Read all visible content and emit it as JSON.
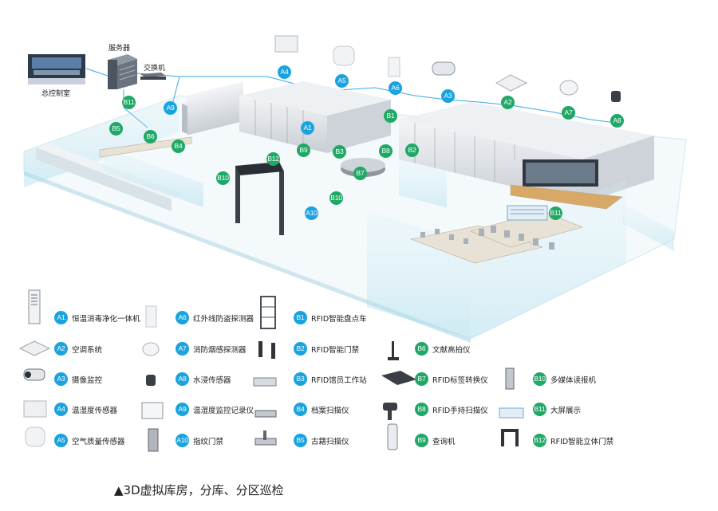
{
  "top_labels": {
    "control_room": "总控制室",
    "server": "服务器",
    "switch": "交换机"
  },
  "scene_badges": [
    {
      "code": "A4",
      "color": "blue"
    },
    {
      "code": "A5",
      "color": "blue"
    },
    {
      "code": "A6",
      "color": "blue"
    },
    {
      "code": "A3",
      "color": "blue"
    },
    {
      "code": "A2",
      "color": "green"
    },
    {
      "code": "A7",
      "color": "green"
    },
    {
      "code": "A8",
      "color": "green"
    },
    {
      "code": "B11",
      "color": "green"
    },
    {
      "code": "A9",
      "color": "blue"
    },
    {
      "code": "B5",
      "color": "green"
    },
    {
      "code": "B6",
      "color": "green"
    },
    {
      "code": "B4",
      "color": "green"
    },
    {
      "code": "A1",
      "color": "blue"
    },
    {
      "code": "B1",
      "color": "green"
    },
    {
      "code": "B9",
      "color": "green"
    },
    {
      "code": "B3",
      "color": "green"
    },
    {
      "code": "B8",
      "color": "green"
    },
    {
      "code": "B2",
      "color": "green"
    },
    {
      "code": "B12",
      "color": "green"
    },
    {
      "code": "B7",
      "color": "green"
    },
    {
      "code": "B10",
      "color": "green"
    },
    {
      "code": "B10",
      "color": "green"
    },
    {
      "code": "A10",
      "color": "blue"
    },
    {
      "code": "B11",
      "color": "green"
    }
  ],
  "legend": [
    {
      "code": "A1",
      "label": "恒温消毒净化一体机",
      "color": "blue",
      "icon": "purifier-icon"
    },
    {
      "code": "A2",
      "label": "空调系统",
      "color": "blue",
      "icon": "ceiling-ac-icon"
    },
    {
      "code": "A3",
      "label": "摄像监控",
      "color": "blue",
      "icon": "camera-icon"
    },
    {
      "code": "A4",
      "label": "温湿度传感器",
      "color": "blue",
      "icon": "th-sensor-icon"
    },
    {
      "code": "A5",
      "label": "空气质量传感器",
      "color": "blue",
      "icon": "air-sensor-icon"
    },
    {
      "code": "A6",
      "label": "红外线防盗探测器",
      "color": "blue",
      "icon": "infrared-detector-icon"
    },
    {
      "code": "A7",
      "label": "消防烟感探测器",
      "color": "blue",
      "icon": "smoke-detector-icon"
    },
    {
      "code": "A8",
      "label": "水浸传感器",
      "color": "blue",
      "icon": "water-sensor-icon"
    },
    {
      "code": "A9",
      "label": "温湿度监控记录仪",
      "color": "blue",
      "icon": "th-recorder-icon"
    },
    {
      "code": "A10",
      "label": "指纹门禁",
      "color": "blue",
      "icon": "fingerprint-icon"
    },
    {
      "code": "B1",
      "label": "RFID智能盘点车",
      "color": "blue",
      "icon": "inventory-cart-icon"
    },
    {
      "code": "B2",
      "label": "RFID智能门禁",
      "color": "blue",
      "icon": "rfid-gate-icon"
    },
    {
      "code": "B3",
      "label": "RFID馆员工作站",
      "color": "blue",
      "icon": "workstation-icon"
    },
    {
      "code": "B4",
      "label": "档案扫描仪",
      "color": "blue",
      "icon": "doc-scanner-icon"
    },
    {
      "code": "B5",
      "label": "古籍扫描仪",
      "color": "blue",
      "icon": "book-scanner-icon"
    },
    {
      "code": "B6",
      "label": "文献高拍仪",
      "color": "green",
      "icon": "document-camera-icon"
    },
    {
      "code": "B7",
      "label": "RFID标签转换仪",
      "color": "green",
      "icon": "tag-converter-icon"
    },
    {
      "code": "B8",
      "label": "RFID手持扫描仪",
      "color": "green",
      "icon": "handheld-scanner-icon"
    },
    {
      "code": "B9",
      "label": "查询机",
      "color": "green",
      "icon": "kiosk-icon"
    },
    {
      "code": "B10",
      "label": "多媒体读报机",
      "color": "green",
      "icon": "newspaper-reader-icon"
    },
    {
      "code": "B11",
      "label": "大屏展示",
      "color": "green",
      "icon": "big-screen-icon"
    },
    {
      "code": "B12",
      "label": "RFID智能立体门禁",
      "color": "green",
      "icon": "gate-frame-icon"
    }
  ],
  "caption": "▲3D虚拟库房，分库、分区巡检",
  "colors": {
    "blue_badge": "#1aa3df",
    "green_badge": "#1fa866",
    "glass": "#bfe6f2",
    "shelf": "#dfe3e8",
    "line": "#3aa9e3"
  }
}
